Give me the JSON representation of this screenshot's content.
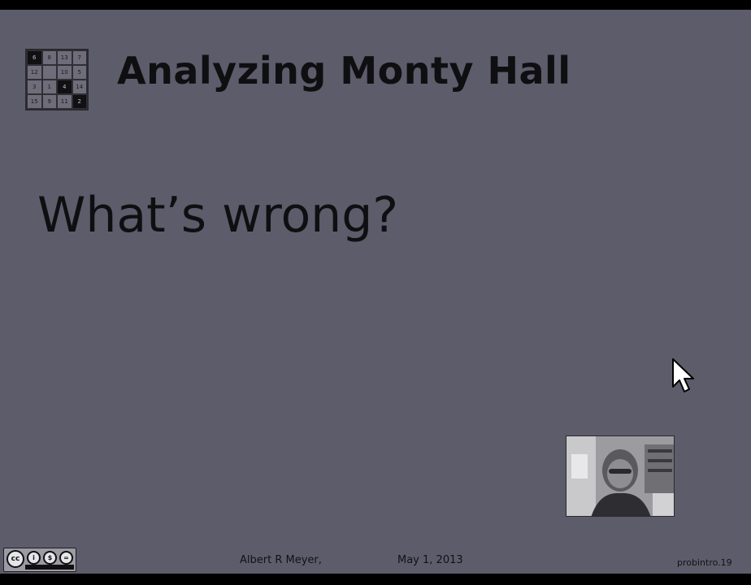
{
  "slide": {
    "title": "Analyzing Monty Hall",
    "question": "What’s wrong?"
  },
  "logo": {
    "cells": [
      "6",
      "8",
      "13",
      "7",
      "12",
      "",
      "10",
      "5",
      "3",
      "1",
      "4",
      "14",
      "15",
      "9",
      "11",
      "2"
    ],
    "dark_indices": [
      0,
      10,
      15
    ]
  },
  "footer": {
    "author": "Albert R Meyer,",
    "date": "May 1, 2013",
    "slide_id": "probintro.19"
  },
  "icons": {
    "cursor": "mouse-pointer-icon",
    "license": "creative-commons-icon"
  },
  "colors": {
    "slide_background": "#5d5c6b",
    "text": "#0f0f12",
    "frame": "#000000"
  }
}
